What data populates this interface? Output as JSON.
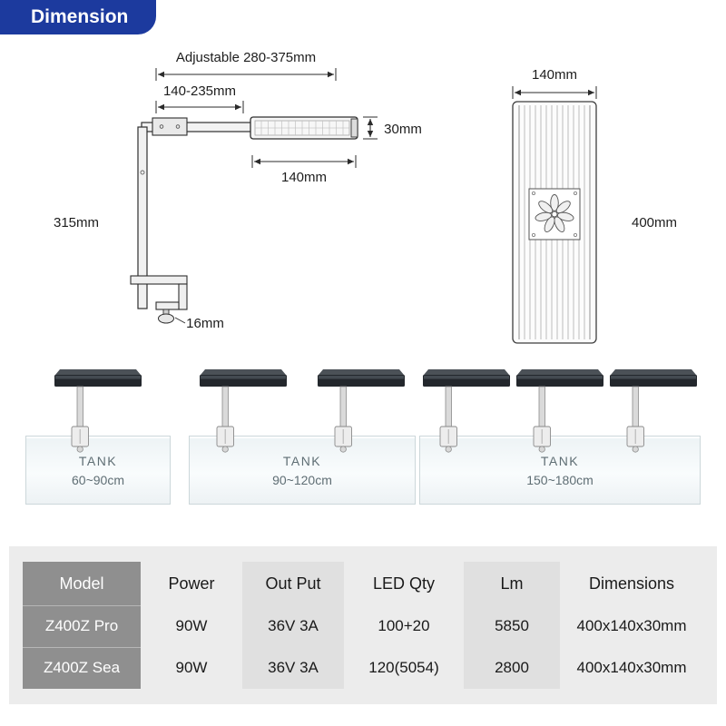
{
  "header": {
    "title": "Dimension"
  },
  "side_view": {
    "adjustable_range": "Adjustable 280-375mm",
    "arm_range": "140-235mm",
    "lamp_height": "30mm",
    "lamp_width": "140mm",
    "stand_height": "315mm",
    "clamp_gap": "16mm"
  },
  "top_view": {
    "width": "140mm",
    "length": "400mm"
  },
  "tanks": [
    {
      "name": "TANK",
      "range": "60~90cm"
    },
    {
      "name": "TANK",
      "range": "90~120cm"
    },
    {
      "name": "TANK",
      "range": "150~180cm"
    }
  ],
  "table": {
    "headers": [
      "Model",
      "Power",
      "Out Put",
      "LED Qty",
      "Lm",
      "Dimensions"
    ],
    "rows": [
      {
        "model": "Z400Z Pro",
        "power": "90W",
        "output": "36V 3A",
        "led_qty": "100+20",
        "lm": "5850",
        "dimensions": "400x140x30mm"
      },
      {
        "model": "Z400Z Sea",
        "power": "90W",
        "output": "36V 3A",
        "led_qty": "120(5054)",
        "lm": "2800",
        "dimensions": "400x140x30mm"
      }
    ]
  },
  "colors": {
    "accent_blue": "#1c3a9e",
    "table_dark_column": "#8f8f8f",
    "table_shaded_column": "#e0e0e0"
  }
}
